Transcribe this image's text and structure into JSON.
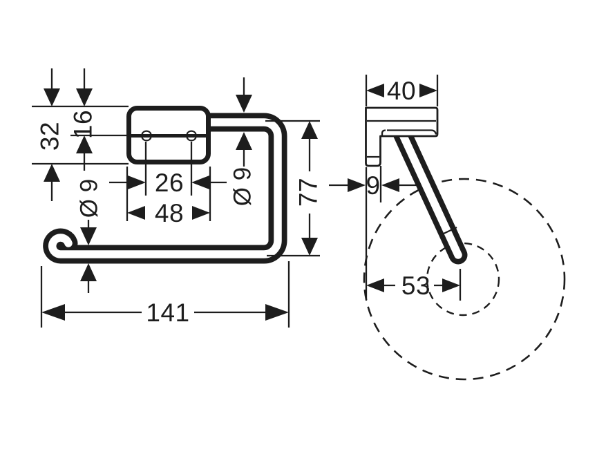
{
  "drawing": {
    "type": "technical-dimension-drawing",
    "subject": "wall-mounted toilet roll holder, front and side orthographic views",
    "colors": {
      "line": "#1d1d1d",
      "background": "#ffffff"
    },
    "front_view": {
      "dim_plate_height": "32",
      "dim_hole_offset": "16",
      "dim_bar_diameter_left": "Ø 9",
      "dim_hole_spacing": "26",
      "dim_plate_width": "48",
      "dim_bar_diameter_right": "Ø 9",
      "dim_overall_height": "77",
      "dim_overall_width": "141"
    },
    "side_view": {
      "dim_depth": "40",
      "dim_plate_thickness": "9",
      "dim_roll_center_offset": "53"
    }
  }
}
